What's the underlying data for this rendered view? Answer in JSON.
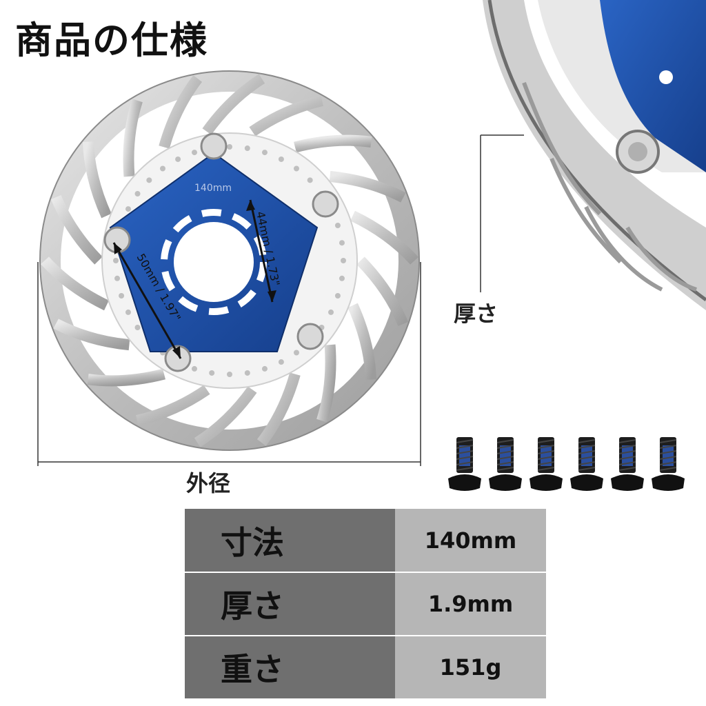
{
  "title": "商品の仕様",
  "rotor": {
    "size_engraving": "140mm",
    "inner_measure": "44mm / 1.73\"",
    "bolt_measure": "50mm / 1.97\"",
    "hub_color": "#1f56b0",
    "disc_color": "#c9c9c9"
  },
  "labels": {
    "outer_diameter": "外径",
    "thickness": "厚さ"
  },
  "bolts": {
    "count": 6
  },
  "specs": [
    {
      "key": "寸法",
      "value": "140mm"
    },
    {
      "key": "厚さ",
      "value": "1.9mm"
    },
    {
      "key": "重さ",
      "value": "151g"
    }
  ],
  "colors": {
    "key_cell": "#6f6f6f",
    "value_cell": "#b6b6b6"
  }
}
